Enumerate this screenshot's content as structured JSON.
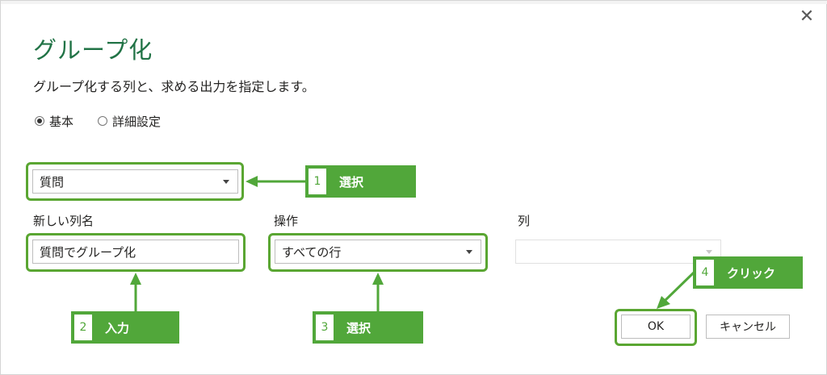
{
  "dialog": {
    "title": "グループ化",
    "description": "グループ化する列と、求める出力を指定します。",
    "close_glyph": "✕"
  },
  "mode": {
    "basic_label": "基本",
    "advanced_label": "詳細設定",
    "selected": "basic"
  },
  "group_by": {
    "value": "質問"
  },
  "new_column": {
    "label": "新しい列名",
    "value": "質問でグループ化"
  },
  "operation": {
    "label": "操作",
    "value": "すべての行"
  },
  "column": {
    "label": "列",
    "value": ""
  },
  "buttons": {
    "ok": "OK",
    "cancel": "キャンセル"
  },
  "callouts": [
    {
      "num": "1",
      "text": "選択"
    },
    {
      "num": "2",
      "text": "入力"
    },
    {
      "num": "3",
      "text": "選択"
    },
    {
      "num": "4",
      "text": "クリック"
    }
  ],
  "colors": {
    "title": "#217346",
    "highlight": "#5aa632",
    "callout": "#51a73a"
  }
}
